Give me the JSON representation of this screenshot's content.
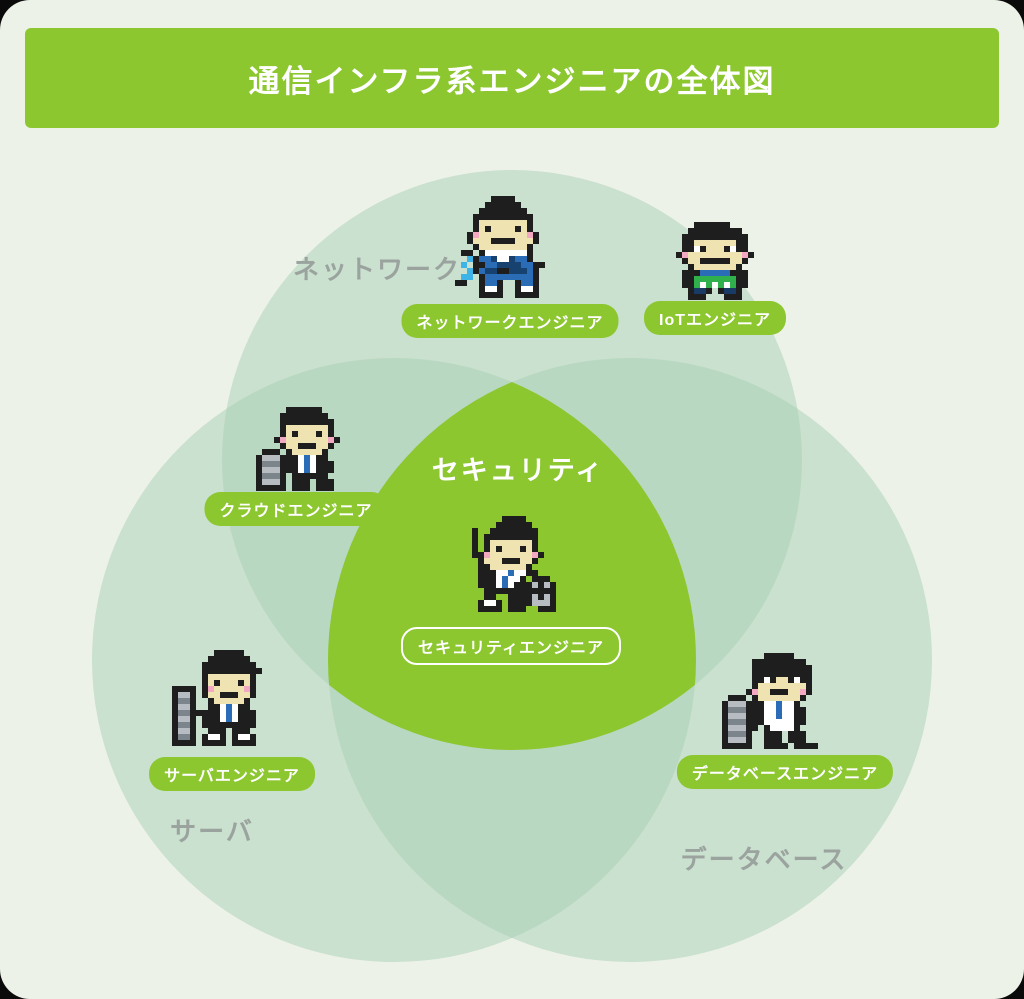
{
  "header": {
    "title": "通信インフラ系エンジニアの全体図"
  },
  "colors": {
    "page_bg": "#edf2e8",
    "frame_outside": "#0a0a0a",
    "accent_green": "#8cc72f",
    "circle_fill": "#a8cfb6",
    "label_gray": "#9ba39f",
    "badge_text": "#ffffff"
  },
  "venn": {
    "network_label": "ネットワーク",
    "server_label": "サーバ",
    "database_label": "データベース",
    "security_label": "セキュリティ"
  },
  "badges": {
    "network": "ネットワークエンジニア",
    "iot": "IoTエンジニア",
    "cloud": "クラウドエンジニア",
    "security": "セキュリティエンジニア",
    "server": "サーバエンジニア",
    "database": "データベースエンジニア"
  },
  "sprites": {
    "palette": {
      "K": "#1e1e1e",
      "S": "#f0e3b2",
      "P": "#f4a9c3",
      "W": "#ffffff",
      "B": "#2a6cb5",
      "D": "#17416f",
      "E": "#1a3a66",
      "C": "#3db3e8",
      "T": "#2fb04c",
      "G": "#b6bcc2",
      "g": "#7c848c"
    },
    "network_engineer": {
      "px": 6,
      "rows": [
        "......KKKK......",
        ".....KKKKKK.....",
        "....KKKKKKKK....",
        "...KKKKKKKKKK...",
        "...KSSSSSSSSK...",
        "...KSKSSSSKSK...",
        "..KPSSSSSSSSPK..",
        "..KSSSKKKKSSSK..",
        "...KSSSSSSSSK...",
        ".KK.KWWWWWWWK...",
        "..CKBBDWWDBBK...",
        ".C.KKBBDDDDBBKK.",
        "..CKBDDKKDDDBK..",
        ".CC.KBBBBBBBBK..",
        "KK..KBBK..KBBK..",
        "....KWWK..KWWK..",
        "....KKKK..KKKK.."
      ]
    },
    "iot_engineer": {
      "px": 6,
      "rows": [
        "...KKKKKK....",
        "..KKKKKKKKK..",
        ".KKKKKKKKKKK.",
        ".KKSSSSSSSKK.",
        ".KKWKSSSKWKK.",
        "KPSSSSSSSSSPK",
        ".KSSKKKKKSSK.",
        "..KSSSSSSSK..",
        ".KKKBBBBBKKK.",
        ".KKTTTTTTTKK.",
        ".KKTWTWTWTKK.",
        "..KEEK.KEEK..",
        "..KKK...KKK.."
      ]
    },
    "cloud_engineer": {
      "px": 6,
      "rows": [
        ".....KKKKKK....",
        "....KKKKKKKK...",
        "....KKKKKKKKK..",
        "....KSSSSSSSK..",
        "....KSKSSSKSK..",
        "...KPSSSSSSSPK.",
        "....KSSKKKSSK..",
        ".KKK.KSSSSSK...",
        "KGGGKKKWBWKK...",
        "KgggKKKWBWKKK..",
        "KGGGKKKWBWKKK..",
        "KgggK.KKKKKK...",
        "KGGGK.KKK.KKK..",
        "KKKKK.KKK.KKK.."
      ]
    },
    "security_engineer": {
      "px": 6,
      "rows": [
        "......KKKK.....",
        ".....KKKKKK....",
        ".K..KKKKKKKK...",
        ".K.KKKKKKKKK...",
        ".K.KSSSSSSSK...",
        ".K.KSKSSSKSK...",
        ".KKPSSSSSSSPK..",
        "..KSSSKKKSSK...",
        "..KKSSSSSSK....",
        "..KKKWWBWWKK...",
        "..KKKWBWWK.KKK.",
        "..KKKWBWKKKGKGK",
        "...KKKKKKKKKKKK",
        "...KK..KKKKGKGK",
        "..KWWK.KKKKGGGK",
        "..KKKK.KKK..KKK"
      ]
    },
    "server_engineer": {
      "px": 6,
      "rows": [
        ".......KKKKK....",
        "......KKKKKKK...",
        ".....KKKKKKKKK..",
        ".....KKKKKKKKKK.",
        ".....KSSSSSSSK..",
        ".....KSKSSSKSK..",
        "KKKK.KPSSSSSPK..",
        "KGGK.KSSKKKSSK..",
        "KggK..KSSSSSK...",
        "KGGK..KKWBWKK...",
        "KggKKKKKWBWKKK..",
        "KGGK.KKKWBWKKK..",
        "KggK.KKKKKKKKK..",
        "KGGK..KKK.KKK...",
        "KggK.KWWK.KWWK..",
        "KKKK.KKKK.KKKK.."
      ]
    },
    "database_engineer": {
      "px": 6,
      "rows": [
        ".......KKKKK....",
        ".....KKKKKKKKK..",
        ".....KKKKKKKKKK.",
        ".....KKKKKKKKKK.",
        ".....KKWKSSKWKK.",
        ".....KSSSSSSSSK.",
        "....KPSSKKKSSPK.",
        ".KKK.KSSSSSSSK..",
        "KGGGKKKWWBWWK...",
        "KgggKKKWWBWWKK..",
        "KGGGKKKWWBWWKK..",
        "KgggKKKWWWWWKK..",
        "KGGGKK.KWWWWK...",
        "KgggK..KKK.KKK..",
        "KGGGK..KKK.KKK..",
        "KKKKK..KKKK.KKKK"
      ]
    }
  }
}
